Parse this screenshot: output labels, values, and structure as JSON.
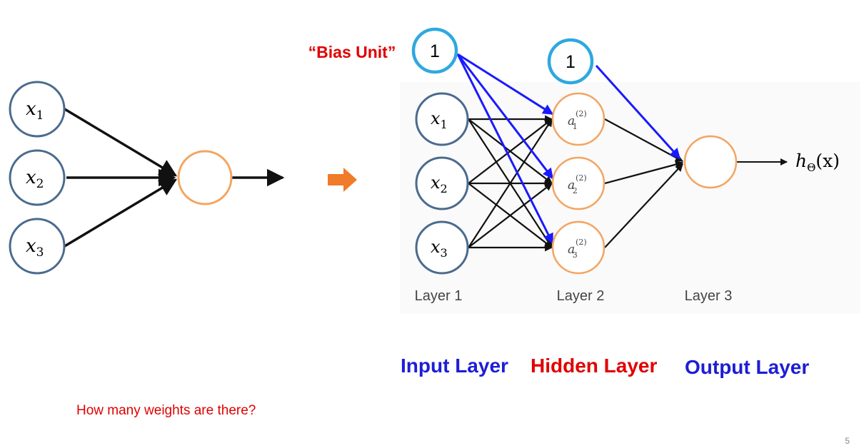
{
  "colors": {
    "input_node": "#4a6b8e",
    "hidden_node": "#f4a460",
    "bias_node": "#2ea8e0",
    "bias_edge": "#1a1aff",
    "edge": "#111111",
    "arrow": "#f07b2a",
    "blue_caption": "#1d1dd6",
    "red_caption": "#e00000"
  },
  "left_network": {
    "inputs": [
      {
        "var": "x",
        "sub": "1"
      },
      {
        "var": "x",
        "sub": "2"
      },
      {
        "var": "x",
        "sub": "3"
      }
    ]
  },
  "transition_arrow": {
    "icon": "orange-right-arrow-icon"
  },
  "right_network": {
    "bias_label": "“Bias Unit”",
    "bias_units": [
      "1",
      "1"
    ],
    "inputs": [
      {
        "var": "x",
        "sub": "1"
      },
      {
        "var": "x",
        "sub": "2"
      },
      {
        "var": "x",
        "sub": "3"
      }
    ],
    "hidden": [
      {
        "var": "a",
        "sup": "(2)",
        "sub": "1"
      },
      {
        "var": "a",
        "sup": "(2)",
        "sub": "2"
      },
      {
        "var": "a",
        "sup": "(2)",
        "sub": "3"
      }
    ],
    "output": {
      "h": "h",
      "theta": "Θ",
      "arg": "(x)"
    },
    "layer_labels": [
      "Layer 1",
      "Layer 2",
      "Layer 3"
    ]
  },
  "captions": {
    "input_layer": "Input Layer",
    "hidden_layer": "Hidden Layer",
    "output_layer": "Output Layer"
  },
  "question": "How many weights are there?",
  "page_number": "5"
}
